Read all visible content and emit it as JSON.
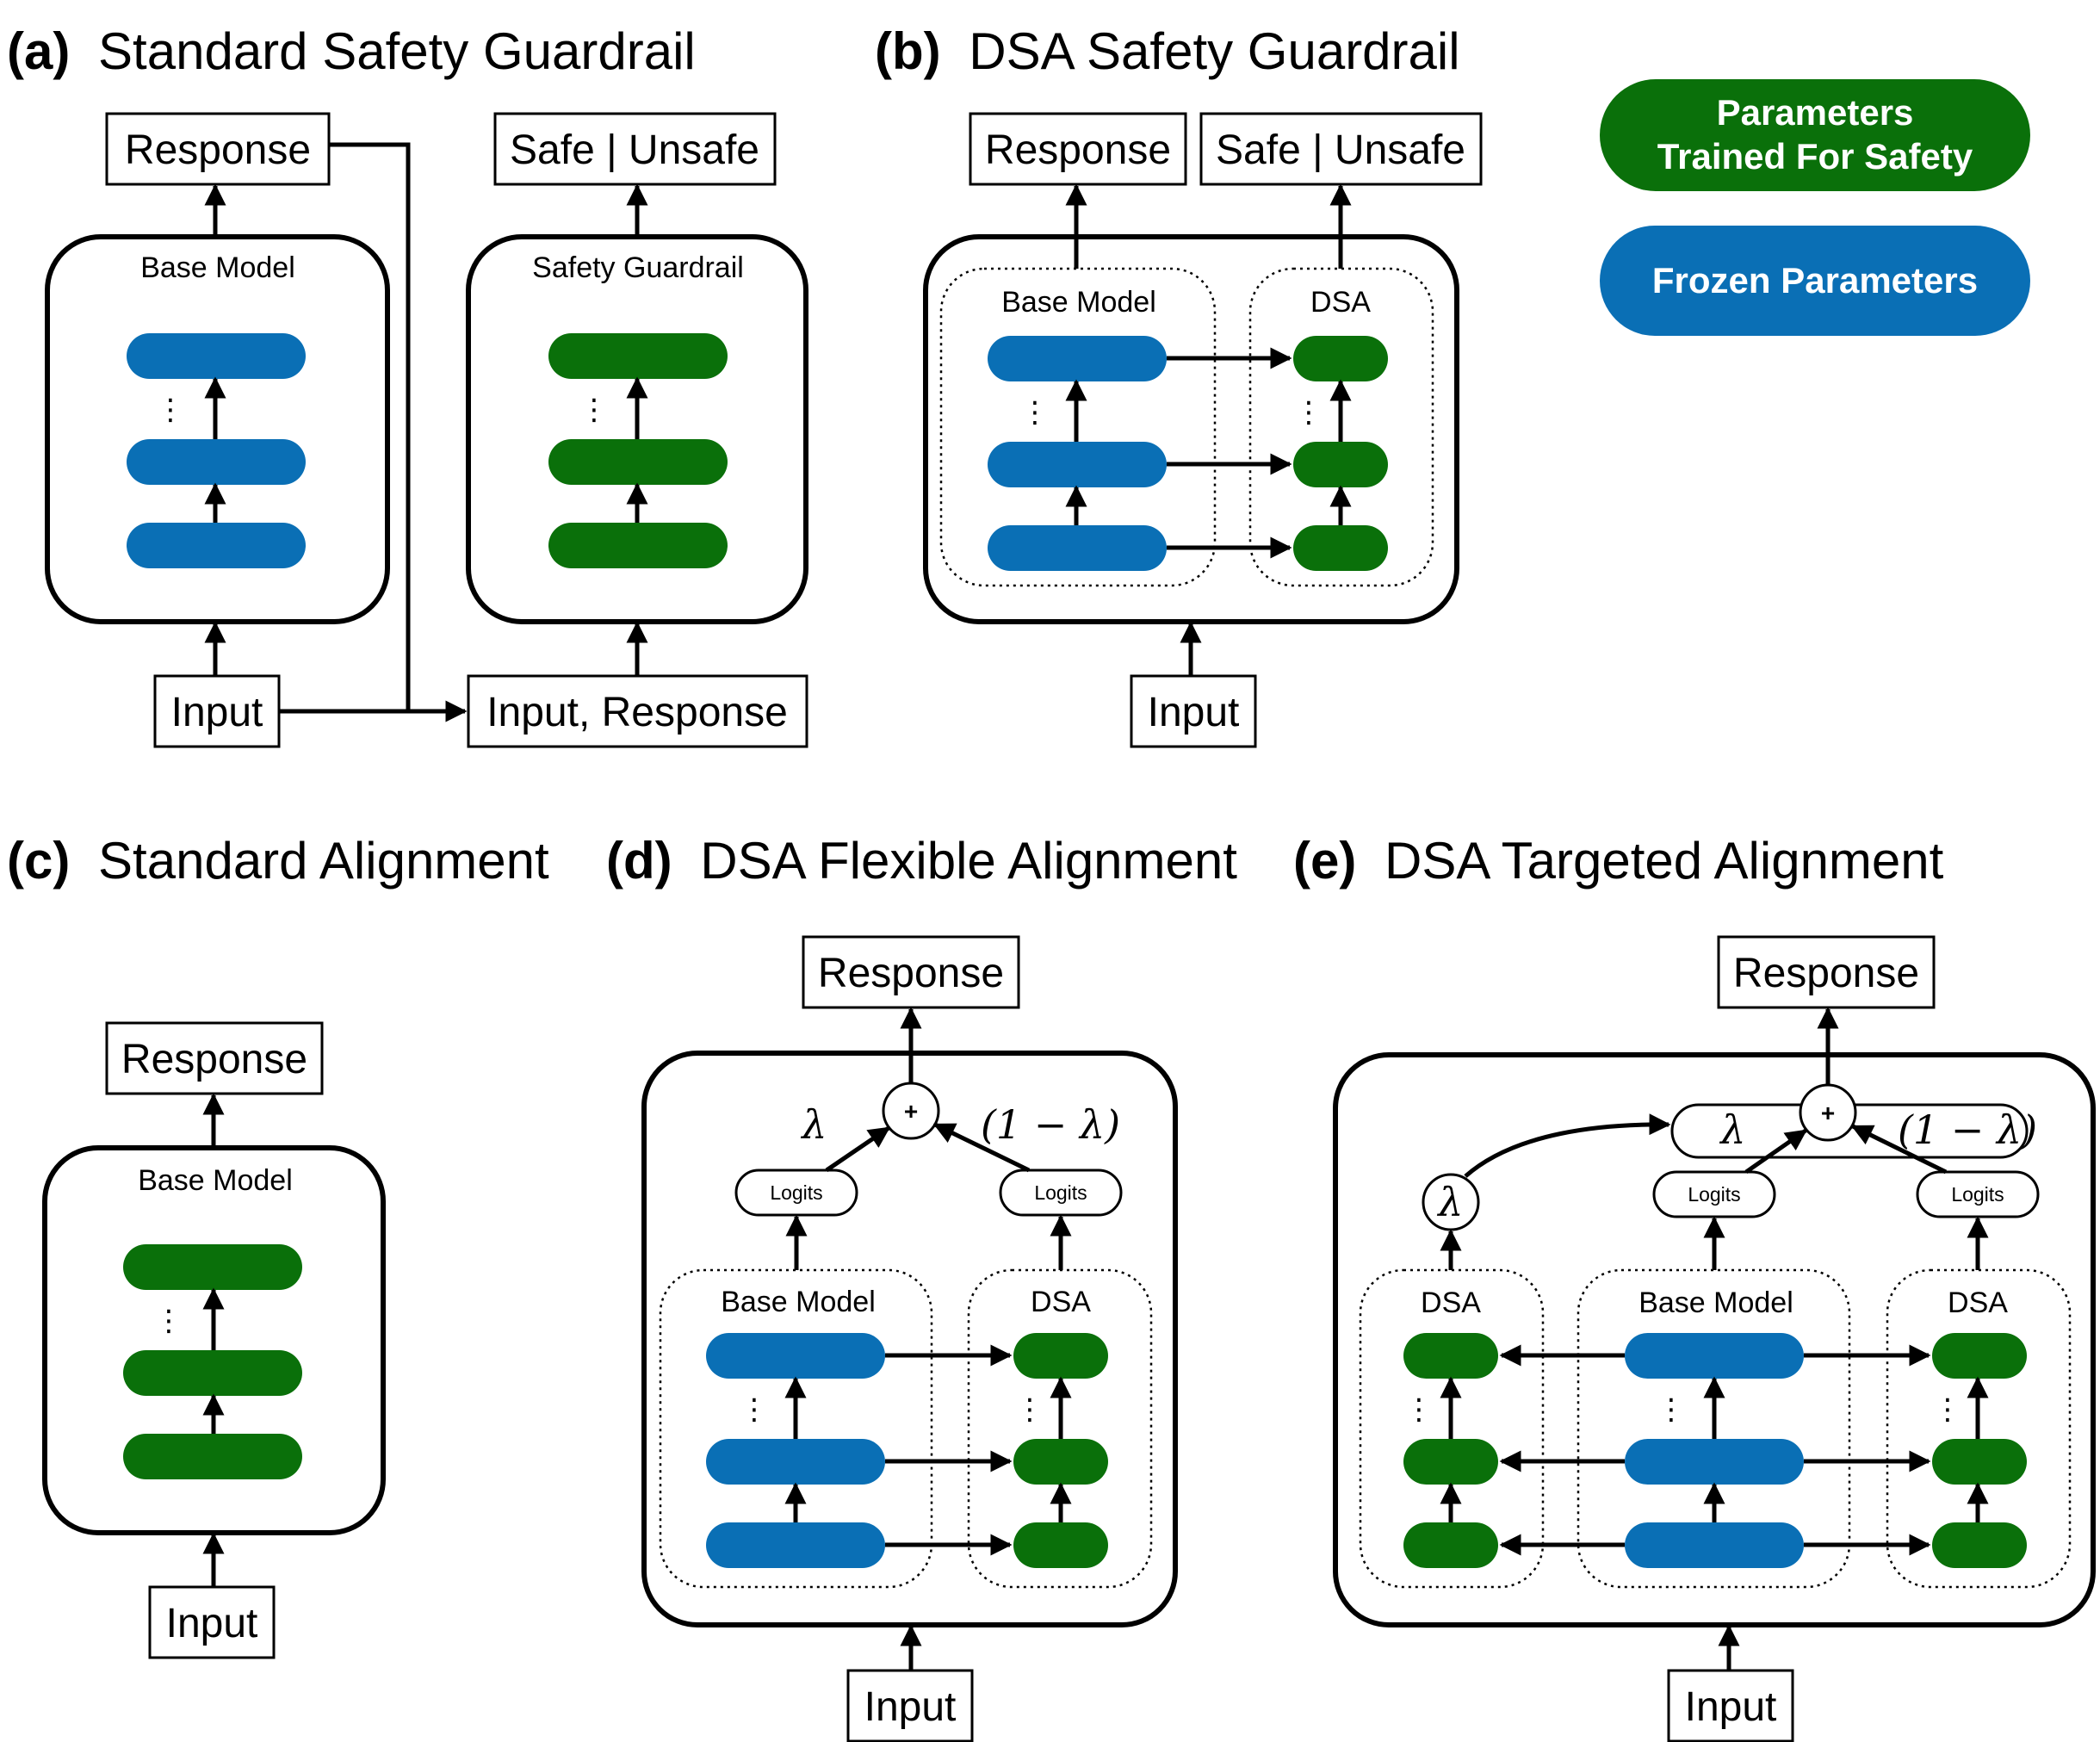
{
  "colors": {
    "frozen": "#0a6fb5",
    "trained": "#0a700a",
    "line": "#000000"
  },
  "legend": {
    "trained_label_line1": "Parameters",
    "trained_label_line2": "Trained For Safety",
    "frozen_label": "Frozen Parameters"
  },
  "panels": {
    "a": {
      "letter": "(a)",
      "title": "Standard Safety Guardrail"
    },
    "b": {
      "letter": "(b)",
      "title": "DSA Safety Guardrail"
    },
    "c": {
      "letter": "(c)",
      "title": "Standard Alignment"
    },
    "d": {
      "letter": "(d)",
      "title": "DSA Flexible Alignment"
    },
    "e": {
      "letter": "(e)",
      "title": "DSA Targeted Alignment"
    }
  },
  "labels": {
    "response": "Response",
    "input": "Input",
    "safe_unsafe": "Safe | Unsafe",
    "input_response": "Input, Response",
    "base_model": "Base Model",
    "safety_guardrail": "Safety Guardrail",
    "dsa": "DSA",
    "logits": "Logits",
    "lambda": "λ",
    "one_minus_lambda": "(1 − λ)",
    "plus": "+",
    "vdots": "⋮"
  }
}
